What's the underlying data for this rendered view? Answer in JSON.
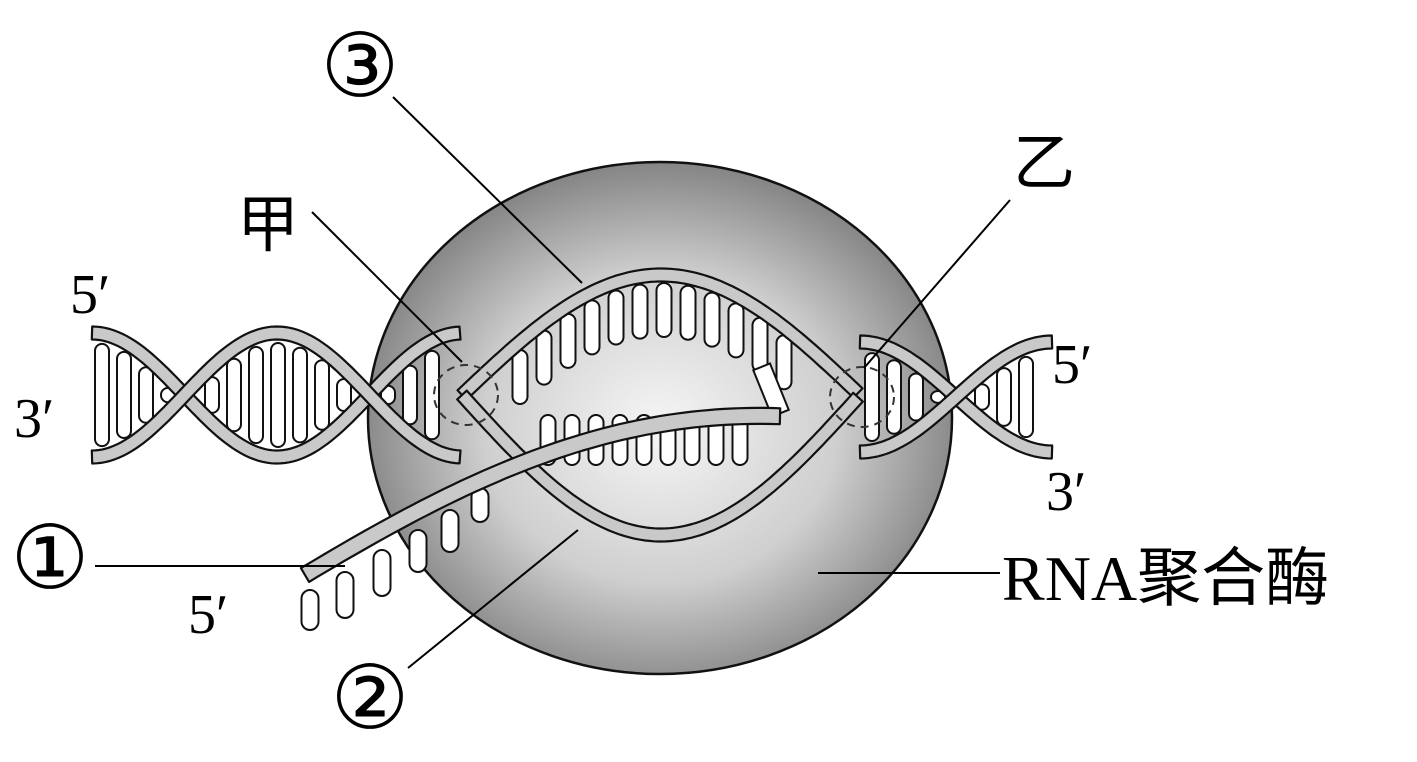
{
  "labels": {
    "circle_three": "③",
    "circle_one": "①",
    "circle_two": "②",
    "jia": "甲",
    "yi": "乙",
    "enzyme": "RNA聚合酶",
    "left_top_5prime": "5′",
    "left_bottom_3prime": "3′",
    "right_top_5prime": "5′",
    "right_bottom_3prime": "3′",
    "rna_5prime": "5′"
  },
  "colors": {
    "strand_fill": "#c9c9c9",
    "enzyme_center": "#f4f4f4",
    "enzyme_edge": "#7d7d7d",
    "outline": "#111111"
  }
}
